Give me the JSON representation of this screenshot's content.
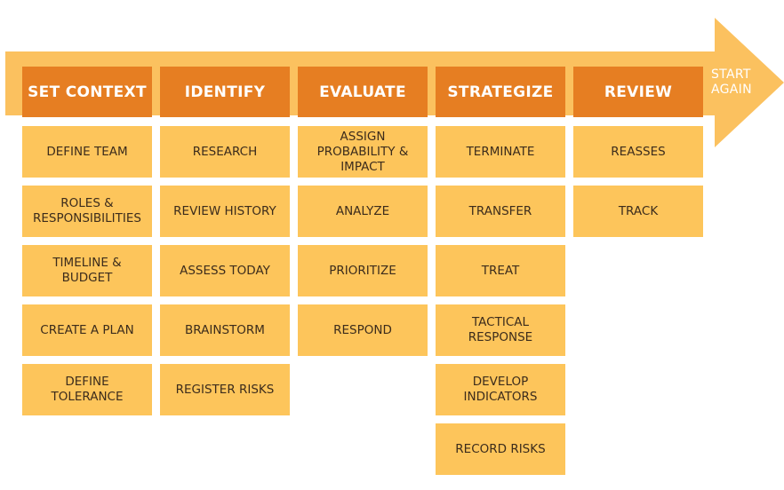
{
  "arrow_label": {
    "line1": "START",
    "line2": "AGAIN"
  },
  "columns": [
    {
      "header": "SET CONTEXT",
      "items": [
        "DEFINE TEAM",
        "ROLES &\nRESPONSIBILITIES",
        "TIMELINE &\nBUDGET",
        "CREATE A PLAN",
        "DEFINE\nTOLERANCE"
      ]
    },
    {
      "header": "IDENTIFY",
      "items": [
        "RESEARCH",
        "REVIEW HISTORY",
        "ASSESS TODAY",
        "BRAINSTORM",
        "REGISTER RISKS"
      ]
    },
    {
      "header": "EVALUATE",
      "items": [
        "ASSIGN\nPROBABILITY &\nIMPACT",
        "ANALYZE",
        "PRIORITIZE",
        "RESPOND"
      ]
    },
    {
      "header": "STRATEGIZE",
      "items": [
        "TERMINATE",
        "TRANSFER",
        "TREAT",
        "TACTICAL\nRESPONSE",
        "DEVELOP\nINDICATORS",
        "RECORD RISKS"
      ]
    },
    {
      "header": "REVIEW",
      "items": [
        "REASSES",
        "TRACK"
      ]
    }
  ],
  "colors": {
    "arrow": "#fbc15f",
    "header": "#e67e22",
    "box": "#fdc55b",
    "box_text": "#3c2c1c",
    "header_text": "#ffffff"
  }
}
